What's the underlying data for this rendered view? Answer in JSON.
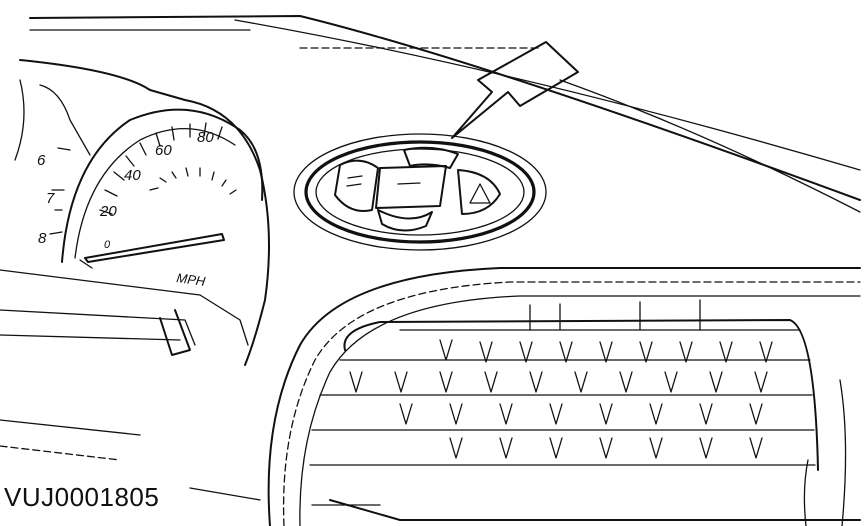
{
  "figure_id": "VUJ0001805",
  "gauge": {
    "speed_labels": [
      "20",
      "40",
      "60",
      "80"
    ],
    "rpm_labels": [
      "6",
      "7",
      "8"
    ],
    "unit": "MPH",
    "zero": "0"
  },
  "colors": {
    "ink": "#111111",
    "background": "#ffffff"
  },
  "icons": [
    "pointer-arrow-icon",
    "hazard-triangle-icon"
  ]
}
